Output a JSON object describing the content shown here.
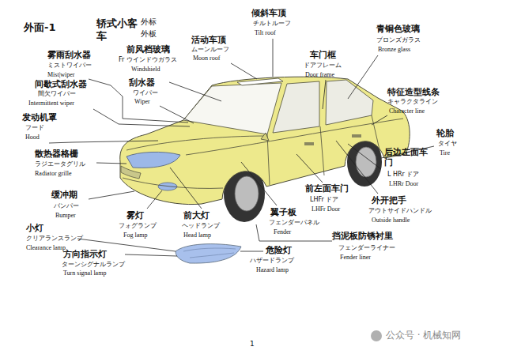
{
  "diagram": {
    "title": "外面-1",
    "labels": [
      "轿式小客车",
      "外标",
      "外板",
      "活动车顶",
      "ムーンルーフ",
      "Moon roof",
      "倾斜车顶",
      "チルトルーフ",
      "Tilt roof",
      "车门框",
      "ドアフレーム",
      "Door frame",
      "青铜色玻璃",
      "ブロンズガラス",
      "Bronze glass",
      "雾雨刮水器",
      "ミストワイパー",
      "Mist|wiper",
      "前风档玻璃",
      "Fr ウインドウガラス",
      "Windshield",
      "间歇式刮水器",
      "間欠ワイパー",
      "Intermittent wiper",
      "刮水器",
      "ワイパー",
      "Wiper",
      "特征造型线条",
      "キャラクタライン",
      "Character line",
      "发动机罩",
      "フード",
      "Hood",
      "轮胎",
      "タイヤ",
      "Tire",
      "散热器格栅",
      "ラジエータグリル",
      "Radiator grille",
      "后边左面车门",
      "L HRr ドア",
      "LHRr Door",
      "缓冲期",
      "バンパー",
      "Bumper",
      "前左面车门",
      "LHFr ドア",
      "LHFr Door",
      "外开把手",
      "アウトサイドハンドル",
      "Outside handle",
      "翼子板",
      "フェンダーパネル",
      "Fender",
      "雾灯",
      "フォグランプ",
      "Fog lamp",
      "前大灯",
      "ヘッドランプ",
      "Head lamp",
      "小灯",
      "クリアランスランプ",
      "Clearance lamp",
      "挡泥板防锈衬里",
      "フェンダーライナー",
      "Fender liner",
      "方向指示灯",
      "ターンシグナルランプ",
      "Turn signal lamp",
      "危险灯",
      "ハザードランプ",
      "Hazard lamp",
      "1",
      "公众号 · 机械知网"
    ]
  }
}
